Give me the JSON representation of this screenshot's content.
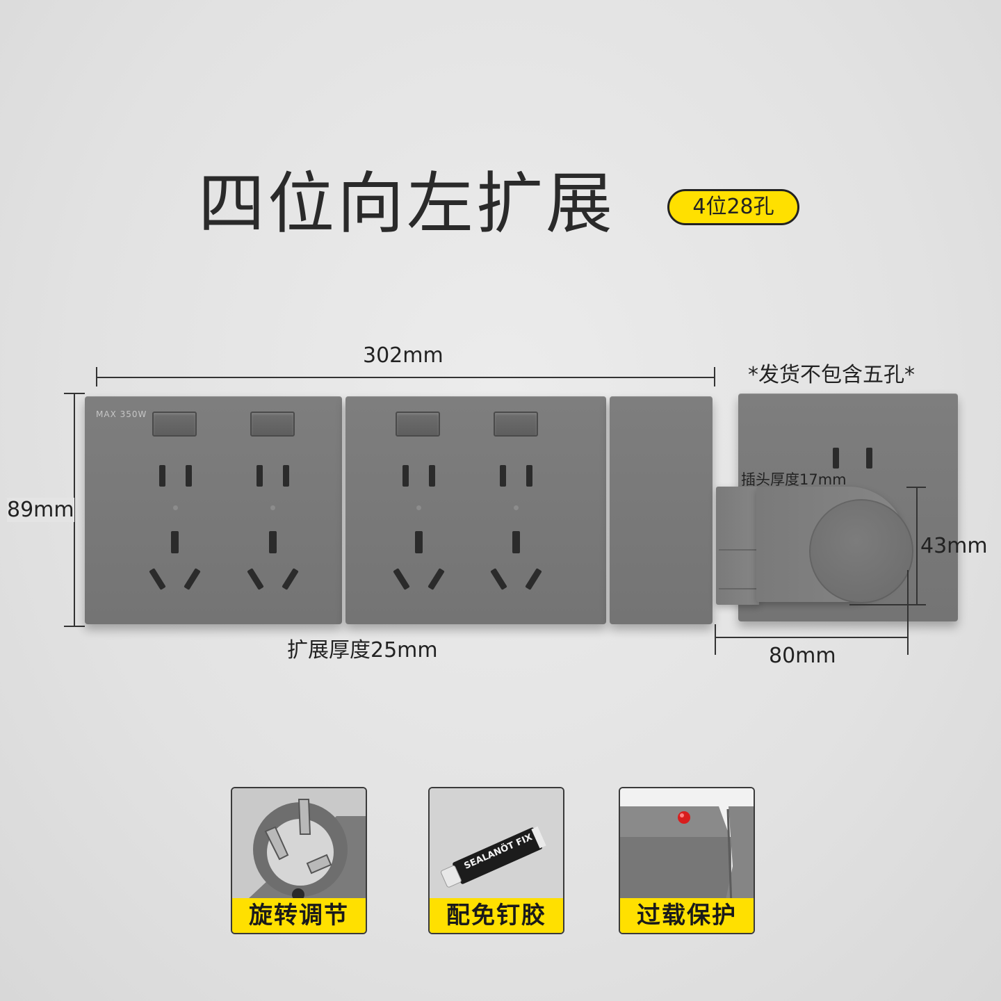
{
  "title": "四位向左扩展",
  "badge": "4位28孔",
  "dimensions": {
    "width": "302mm",
    "height": "89mm",
    "expansion_thickness": "扩展厚度25mm",
    "plug_thickness": "插头厚度17mm",
    "plug_height": "43mm",
    "plug_width": "80mm"
  },
  "note": "*发货不包含五孔*",
  "panel_label": "MAX 350W",
  "tube_label": "SEALANÖT FIX",
  "features": [
    {
      "label": "旋转调节",
      "icon": "rotating-plug-icon"
    },
    {
      "label": "配免钉胶",
      "icon": "glue-tube-icon"
    },
    {
      "label": "过载保护",
      "icon": "overload-indicator-icon"
    }
  ],
  "colors": {
    "accent": "#ffe000",
    "panel": "#7a7a7a",
    "background": "#e4e4e4"
  }
}
